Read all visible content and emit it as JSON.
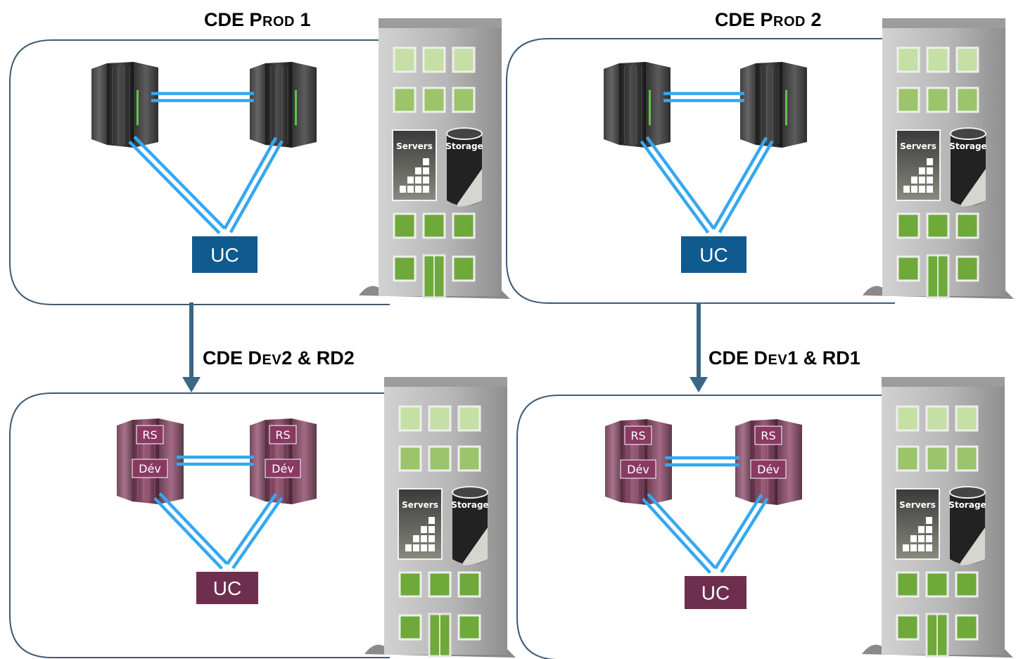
{
  "sites": [
    {
      "id": "prod1",
      "title_main": "CDE ",
      "title_small": "PROD",
      "title_tail": " 1",
      "hub_label": "UC",
      "kind": "prod",
      "building": {
        "servers_label": "Servers",
        "storage_label": "Storage"
      }
    },
    {
      "id": "prod2",
      "title_main": "CDE ",
      "title_small": "PROD",
      "title_tail": " 2",
      "hub_label": "UC",
      "kind": "prod",
      "building": {
        "servers_label": "Servers",
        "storage_label": "Storage"
      }
    },
    {
      "id": "dev2",
      "title_main": "CDE ",
      "title_small": "DEV",
      "title_tail": "2 & RD2",
      "hub_label": "UC",
      "kind": "dev",
      "server_tags": [
        "RS",
        "Dév"
      ],
      "building": {
        "servers_label": "Servers",
        "storage_label": "Storage"
      }
    },
    {
      "id": "dev1",
      "title_main": "CDE ",
      "title_small": "DEV",
      "title_tail": "1 & RD1",
      "hub_label": "UC",
      "kind": "dev",
      "server_tags": [
        "RS",
        "Dév"
      ],
      "building": {
        "servers_label": "Servers",
        "storage_label": "Storage"
      }
    }
  ],
  "arrows": [
    {
      "from": "prod1",
      "to": "dev2"
    },
    {
      "from": "prod2",
      "to": "dev1"
    }
  ],
  "colors": {
    "prod_hub": "#0f5a8e",
    "dev_hub": "#6e2f4f",
    "link": "#35a8f0",
    "arrow": "#3b6685",
    "frame": "#3e5b75",
    "window_green": "#6ea93a",
    "window_pale": "#c6dfa4",
    "building_gray": "#b4b4b4"
  }
}
